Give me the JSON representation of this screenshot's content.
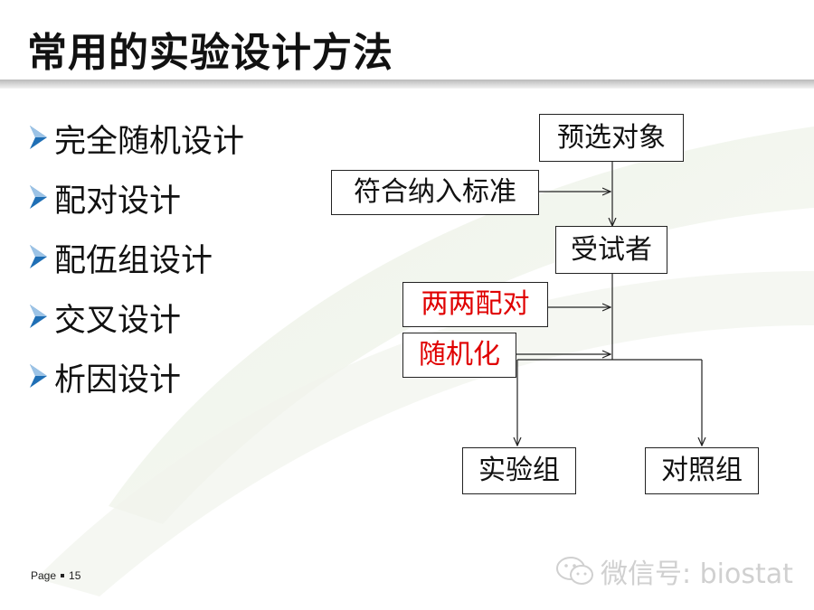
{
  "slide": {
    "title": "常用的实验设计方法",
    "bullets": [
      "完全随机设计",
      "配对设计",
      "配伍组设计",
      "交叉设计",
      "析因设计"
    ]
  },
  "flowchart": {
    "preselect": "预选对象",
    "criteria": "符合纳入标准",
    "subjects": "受试者",
    "pairing": "两两配对",
    "randomize": "随机化",
    "experimental_group": "实验组",
    "control_group": "对照组"
  },
  "footer": {
    "page_label": "Page",
    "page_number": "15"
  },
  "watermark": {
    "text": "微信号: biostat"
  },
  "colors": {
    "accent_red": "#e00000",
    "bullet_blue": "#1f6fb5",
    "text": "#111111"
  }
}
